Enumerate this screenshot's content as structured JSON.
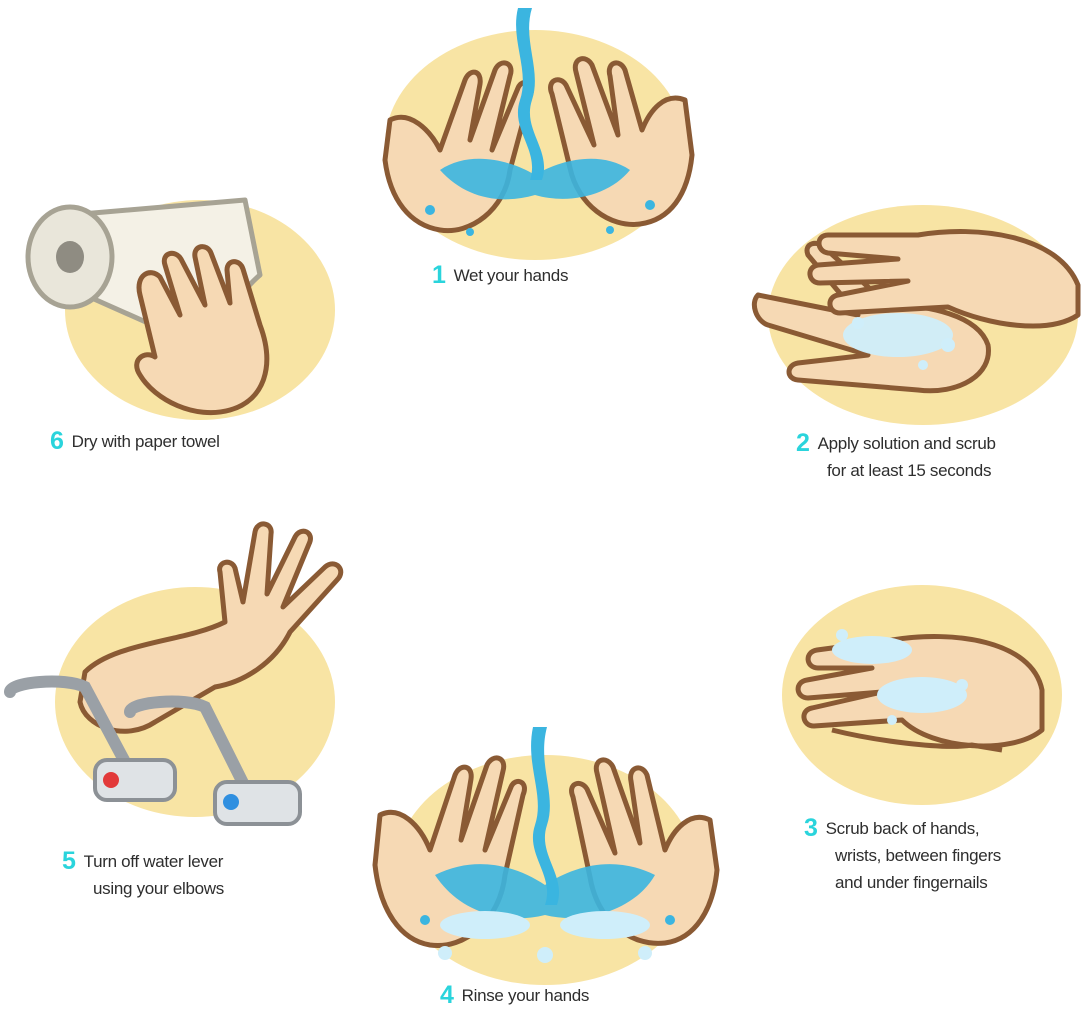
{
  "colors": {
    "accent_number": "#2ad4dc",
    "backdrop": "#f8e4a4",
    "skin": "#f6d9b4",
    "outline": "#8a5a34",
    "water": "#3bb5e0",
    "foam": "#cfeefa"
  },
  "steps": [
    {
      "number": "1",
      "lines": [
        "Wet your hands"
      ],
      "icon": "wet-hands-icon"
    },
    {
      "number": "2",
      "lines": [
        "Apply solution and scrub",
        "for at least 15 seconds"
      ],
      "icon": "lathering-hands-icon"
    },
    {
      "number": "3",
      "lines": [
        "Scrub back of hands,",
        "wrists, between fingers",
        "and under fingernails"
      ],
      "icon": "scrubbing-hands-icon"
    },
    {
      "number": "4",
      "lines": [
        "Rinse your hands"
      ],
      "icon": "rinse-hands-icon"
    },
    {
      "number": "5",
      "lines": [
        "Turn off water lever",
        "using your elbows"
      ],
      "icon": "elbow-lever-icon"
    },
    {
      "number": "6",
      "lines": [
        "Dry with paper towel"
      ],
      "icon": "paper-towel-icon"
    }
  ]
}
